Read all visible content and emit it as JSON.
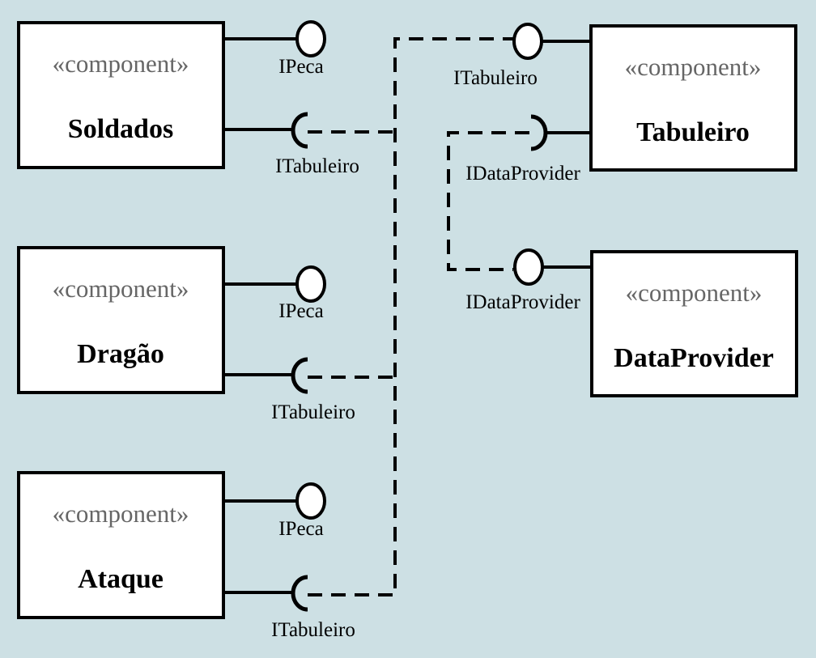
{
  "components": [
    {
      "stereotype": "«component»",
      "name": "Soldados",
      "provided": "IPeca",
      "required": "ITabuleiro"
    },
    {
      "stereotype": "«component»",
      "name": "Dragão",
      "provided": "IPeca",
      "required": "ITabuleiro"
    },
    {
      "stereotype": "«component»",
      "name": "Ataque",
      "provided": "IPeca",
      "required": "ITabuleiro"
    },
    {
      "stereotype": "«component»",
      "name": "Tabuleiro",
      "provided": "ITabuleiro",
      "required": "IDataProvider"
    },
    {
      "stereotype": "«component»",
      "name": "DataProvider",
      "provided": "IDataProvider"
    }
  ]
}
